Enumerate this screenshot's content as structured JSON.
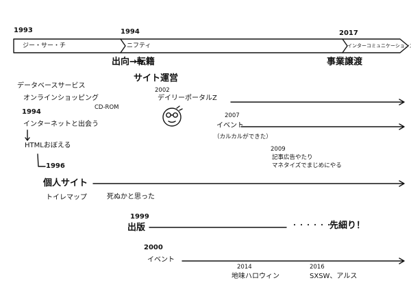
{
  "header_timeline": {
    "years": [
      "1993",
      "1994",
      "2017"
    ],
    "segments": [
      "ジー・サー・チ",
      "ニフティ",
      "インターコミュニケーションズ"
    ],
    "events": [
      "出向→転籍",
      "事業譲渡"
    ]
  },
  "left_notes": {
    "database": "データベースサービス",
    "online_shopping": "オンラインショッピング",
    "cdrom": "CD-ROM",
    "year_1994": "1994",
    "internet": "インターネットと出会う",
    "html": "HTMLおぼえる",
    "year_1996": "1996",
    "personal_site": "個人サイト",
    "toilet_map": "トイレマップ",
    "thought_die": "死ぬかと思った"
  },
  "site_ops": {
    "label": "サイト運営",
    "year_2002": "2002",
    "daily_portal": "デイリーポータルZ"
  },
  "events_2007": {
    "year": "2007",
    "label": "イベント",
    "note": "（カルカルができた）"
  },
  "ads_2009": {
    "year": "2009",
    "line1": "記事広告やたり",
    "line2": "マネタイズでまじめにやる"
  },
  "publishing": {
    "year": "1999",
    "label": "出版",
    "ellipsis": "・・・・・・・",
    "tail": "先細り！"
  },
  "events_2000": {
    "year": "2000",
    "label": "イベント",
    "year_2014": "2014",
    "label_2014": "地味ハロウィン",
    "year_2016": "2016",
    "label_2016": "SXSW、アルス"
  }
}
